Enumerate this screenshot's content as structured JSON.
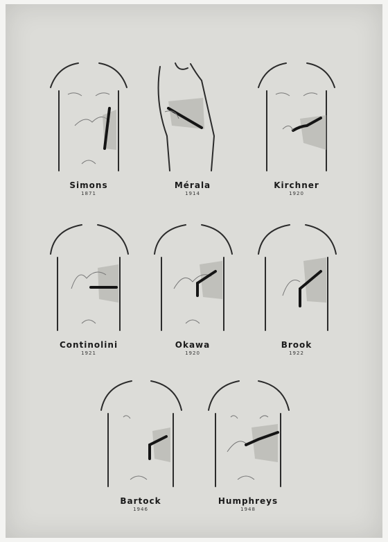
{
  "incisions": [
    {
      "name": "Simons",
      "year": "1871"
    },
    {
      "name": "Mérala",
      "year": "1914"
    },
    {
      "name": "Kirchner",
      "year": "1920"
    },
    {
      "name": "Continolini",
      "year": "1921"
    },
    {
      "name": "Okawa",
      "year": "1920"
    },
    {
      "name": "Brook",
      "year": "1922"
    },
    {
      "name": "Bartock",
      "year": "1946"
    },
    {
      "name": "Humphreys",
      "year": "1948"
    }
  ]
}
